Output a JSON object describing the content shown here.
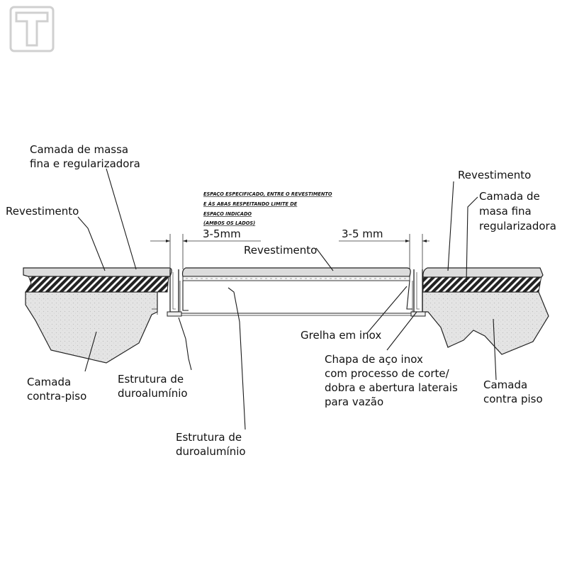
{
  "labels": {
    "massa_left_1": "Camada de massa",
    "massa_left_2": "fina e regularizadora",
    "revest_left": "Revestimento",
    "revest_right": "Revestimento",
    "massa_right_1": "Camada de",
    "massa_right_2": "masa fina",
    "massa_right_3": "regularizadora",
    "revest_center": "Revestimento",
    "grelha": "Grelha em inox",
    "chapa_1": "Chapa de aço inox",
    "chapa_2": "com processo de corte/",
    "chapa_3": "dobra e abertura laterais",
    "chapa_4": "para vazão",
    "contrapiso_left_1": "Camada",
    "contrapiso_left_2": "contra-piso",
    "estrutura_left_1": "Estrutura de",
    "estrutura_left_2": "duroalumínio",
    "estrutura_center_1": "Estrutura de",
    "estrutura_center_2": "duroalumínio",
    "contrapiso_right_1": "Camada",
    "contrapiso_right_2": "contra piso"
  },
  "note": {
    "line1": "ESPAÇO ESPECIFICADO,  ENTRE O REVESTIMENTO",
    "line2": "E ÀS ABAS RESPEITANDO  LIMITE DE",
    "line3": "ESPAÇO INDICADO",
    "line4": "(AMBOS OS LADOS)"
  },
  "dimensions": {
    "left": "3-5mm",
    "right": "3-5 mm"
  },
  "colors": {
    "hatch": "#2a2a2a",
    "concrete": "#e6e6e6",
    "tile": "#d9d9d9"
  },
  "logo": "T-logo-icon"
}
